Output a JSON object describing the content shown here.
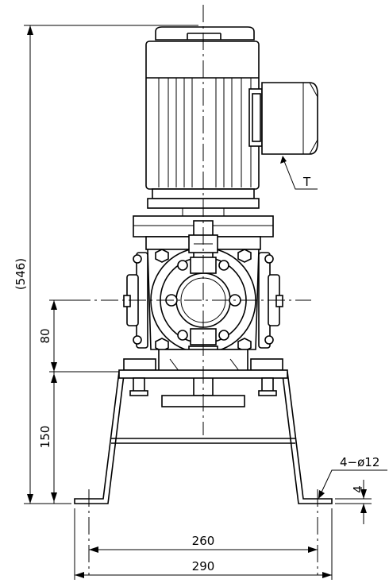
{
  "dimensions": {
    "overall_height": "(546)",
    "shaft_to_base": "80",
    "stand_height": "150",
    "bolt_spacing": "260",
    "base_width": "290",
    "hole_spec": "4−ø12",
    "plate_thickness": "4"
  },
  "labels": {
    "terminal_box": "T"
  }
}
